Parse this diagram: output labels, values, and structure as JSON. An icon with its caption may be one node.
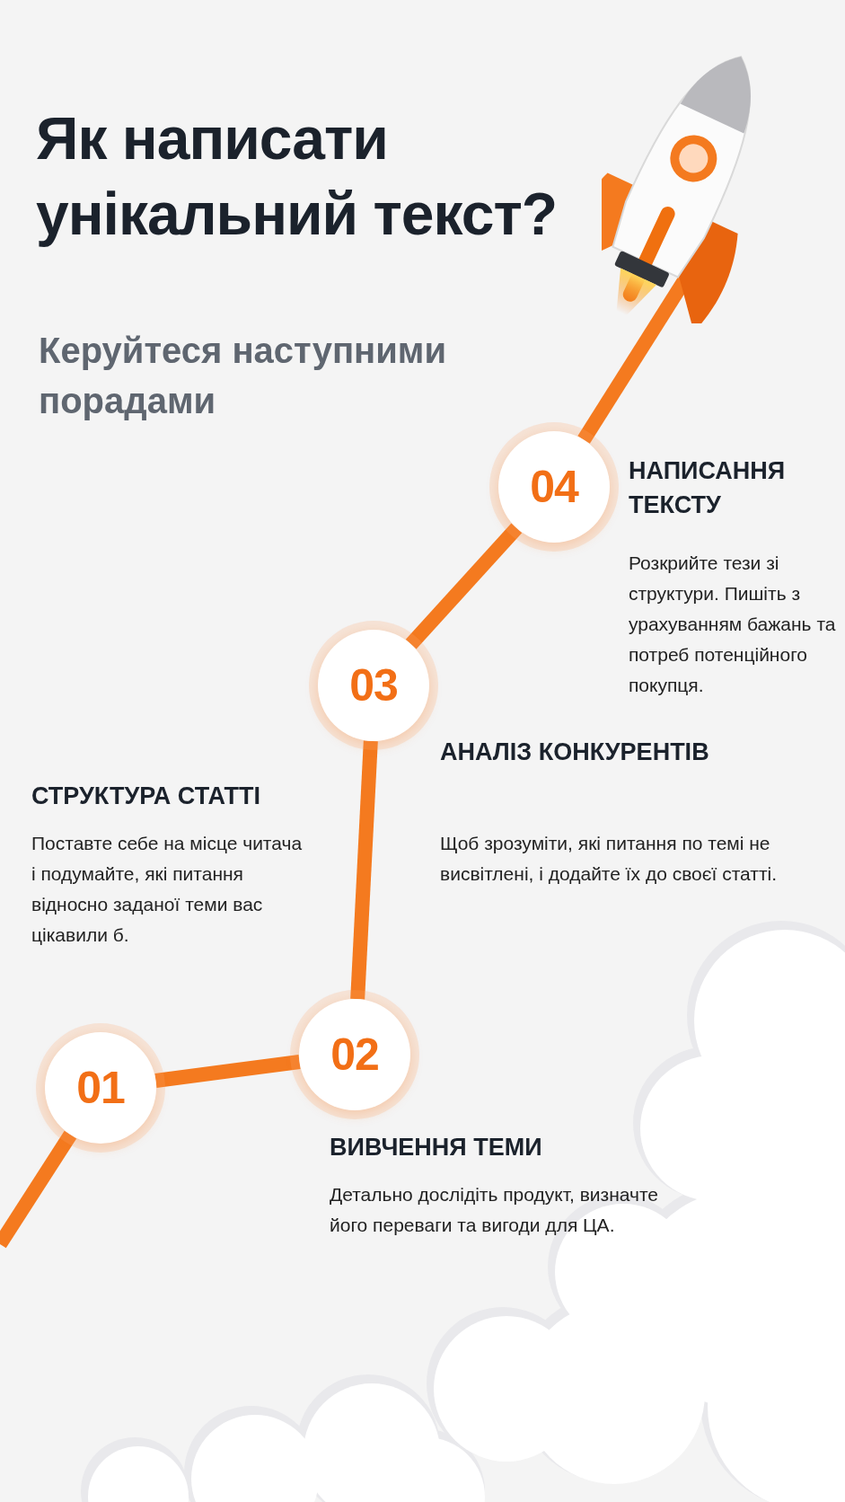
{
  "diagram": {
    "title": "Як написати унікальний текст?",
    "nodes": [
      {
        "text": [
          "01"
        ]
      },
      {
        "text": [
          "02"
        ]
      },
      {
        "text": [
          "03"
        ]
      },
      {
        "text": [
          "04"
        ]
      },
      {
        "text": [],
        "shape": "picture"
      }
    ],
    "edges": [
      {
        "from": null,
        "to": 0,
        "arrow": "none"
      },
      {
        "from": 0,
        "to": 1,
        "arrow": "none"
      },
      {
        "from": 1,
        "to": 2,
        "arrow": "none"
      },
      {
        "from": 2,
        "to": 3,
        "arrow": "none"
      },
      {
        "from": 3,
        "to": 4,
        "arrow": "none"
      }
    ],
    "labels": [
      "Керуйтеся наступними порадами",
      "НАПИСАННЯ ТЕКСТУ",
      "Розкрийте тези зі структури. Пишіть з урахуванням бажань та потреб потенційного покупця.",
      "АНАЛІЗ КОНКУРЕНТІВ",
      "Щоб зрозуміти, які питання по темі не висвітлені, і додайте їх до своєї статті.",
      "СТРУКТУРА СТАТТІ",
      "Поставте себе на місце читача і подумайте, які питання відносно заданої теми вас цікавили б.",
      "ВИВЧЕННЯ ТЕМИ",
      "Детально дослідіть продукт, визначте його переваги та вигоди для ЦА."
    ]
  }
}
